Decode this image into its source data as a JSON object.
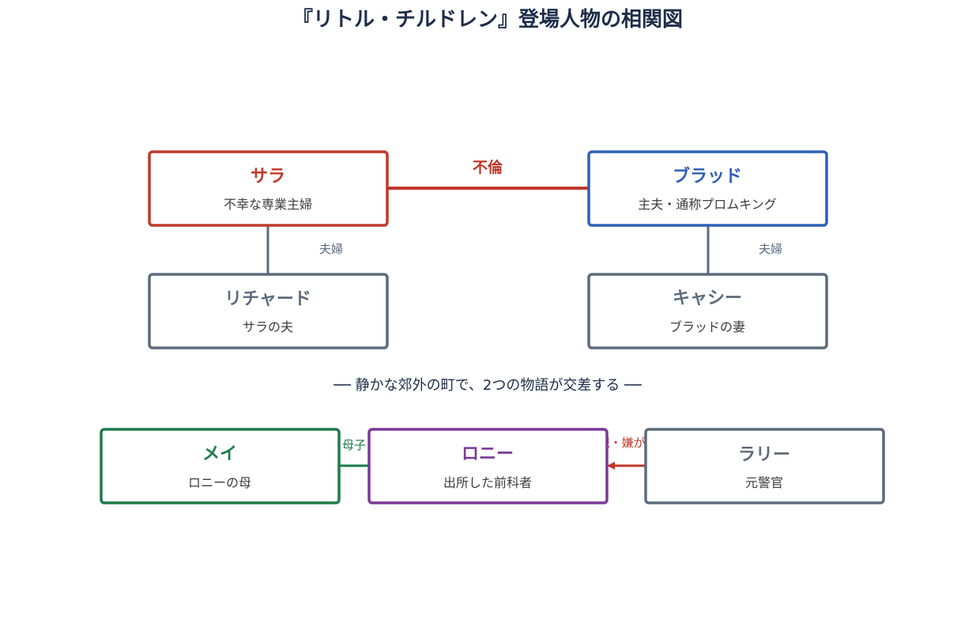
{
  "title": "『リトル・チルドレン』登場人物の相関図",
  "subtitle": "── 静かな郊外の町で、2つの物語が交差する ──",
  "colors": {
    "title": "#1e2d4a",
    "red": "#c0392b",
    "blue": "#2f5fb8",
    "gray": "#5d6b7c",
    "green": "#1e7a4a",
    "purple": "#7a3a96",
    "desc": "#3d3d3d",
    "muted_label": "#5b6b80"
  },
  "characters": {
    "sara": {
      "name": "サラ",
      "desc": "不幸な専業主婦"
    },
    "brad": {
      "name": "ブラッド",
      "desc": "主夫・通称プロムキング"
    },
    "richard": {
      "name": "リチャード",
      "desc": "サラの夫"
    },
    "cathy": {
      "name": "キャシー",
      "desc": "ブラッドの妻"
    },
    "may": {
      "name": "メイ",
      "desc": "ロニーの母"
    },
    "ronnie": {
      "name": "ロニー",
      "desc": "出所した前科者"
    },
    "larry": {
      "name": "ラリー",
      "desc": "元警官"
    }
  },
  "relations": {
    "affair": "不倫",
    "couple_left": "夫婦",
    "couple_right": "夫婦",
    "mother_child": "母子",
    "harass": "監視・嫌がらせ"
  }
}
